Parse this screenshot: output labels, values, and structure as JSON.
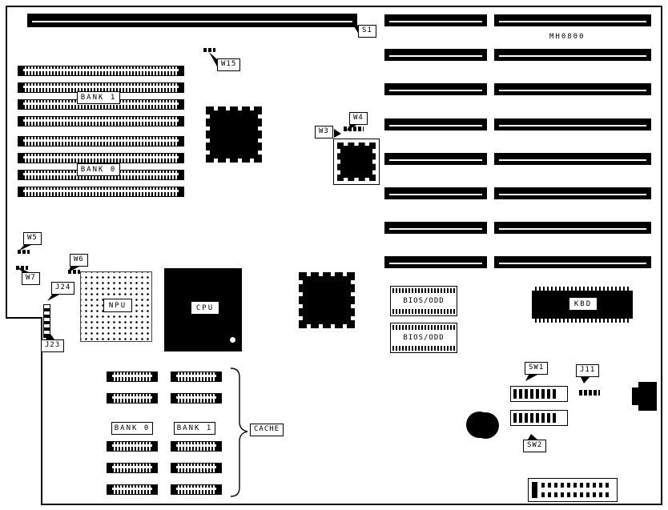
{
  "board": {
    "model_label": "MH0800",
    "ink_color": "#000000",
    "background_color": "#ffffff"
  },
  "slots": {
    "s1_label": "S1"
  },
  "memory": {
    "bank1_label": "BANK 1",
    "bank0_label": "BANK 0"
  },
  "cache": {
    "label": "CACHE",
    "bank0_label": "BANK 0",
    "bank1_label": "BANK 1"
  },
  "chips": {
    "npu_label": "NPU",
    "cpu_label": "CPU",
    "kbd_label": "KBD",
    "bios_top_label": "BIOS/ODD",
    "bios_bottom_label": "BIOS/ODD"
  },
  "jumpers": {
    "w15_label": "W15",
    "w4_label": "W4",
    "w3_label": "W3",
    "w5_label": "W5",
    "w6_label": "W6",
    "w7_label": "W7",
    "j24_label": "J24",
    "j23_label": "J23",
    "j11_label": "J11"
  },
  "switches": {
    "sw1_label": "SW1",
    "sw2_label": "SW2"
  }
}
